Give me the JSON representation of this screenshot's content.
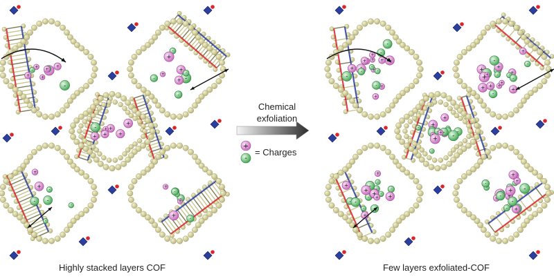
{
  "arrow": {
    "line1": "Chemical",
    "line2": "exfoliation"
  },
  "legend": {
    "positive_symbol": "+",
    "negative_symbol": "-",
    "label": "= Charges"
  },
  "panels": {
    "left_caption": "Highly stacked layers COF",
    "right_caption": "Few layers exfoliated-COF"
  },
  "colors": {
    "framework_beads": "#d8d49a",
    "bead_outline": "#a8a46a",
    "node_blue": "#2a3f9e",
    "node_red": "#d8262b",
    "positive_charge": "#e08fd8",
    "negative_charge": "#6cc57a",
    "arrow_gradient_start": "#f2f2f2",
    "arrow_gradient_end": "#333333"
  }
}
